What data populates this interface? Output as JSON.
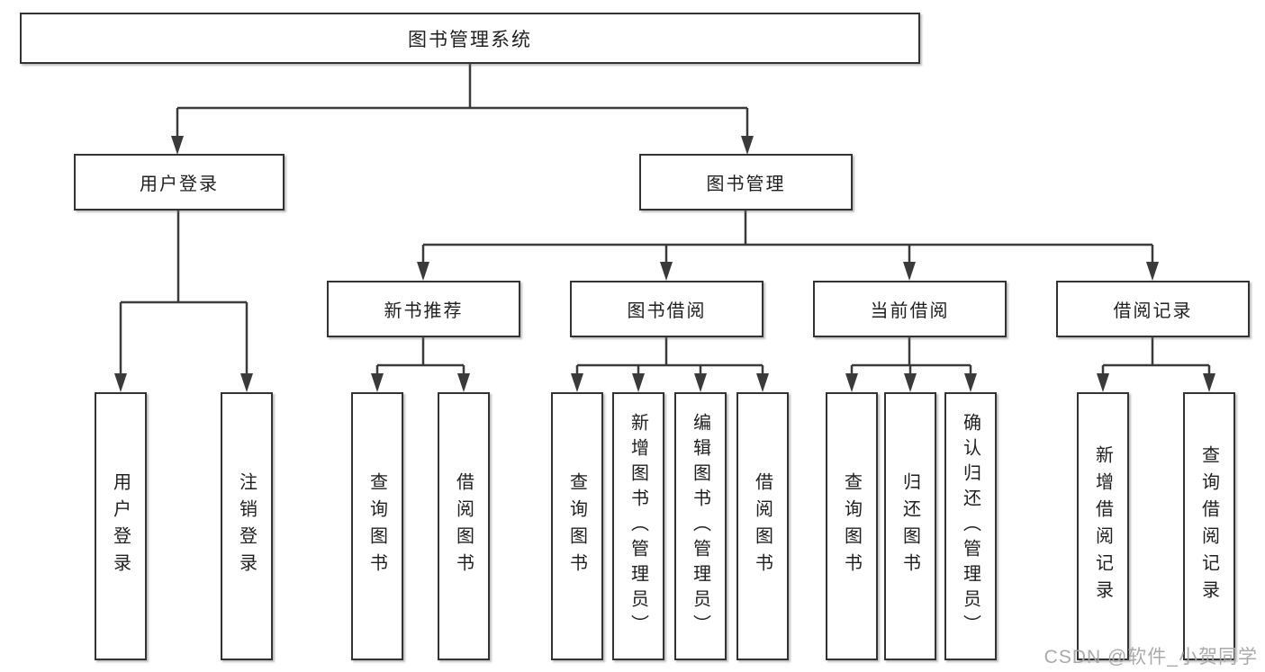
{
  "diagram": {
    "root": {
      "label": "图书管理系统"
    },
    "level2": [
      {
        "label": "用户登录"
      },
      {
        "label": "图书管理"
      }
    ],
    "level3": [
      {
        "label": "新书推荐"
      },
      {
        "label": "图书借阅"
      },
      {
        "label": "当前借阅"
      },
      {
        "label": "借阅记录"
      }
    ],
    "leaves": {
      "user_login": [
        "用户登录",
        "注销登录"
      ],
      "new_book": [
        "查询图书",
        "借阅图书"
      ],
      "book_borrow": [
        "查询图书",
        "新增图书（管理员）",
        "编辑图书（管理员）",
        "借阅图书"
      ],
      "current_borrow": [
        "查询图书",
        "归还图书",
        "确认归还（管理员）"
      ],
      "borrow_record": [
        "新增借阅记录",
        "查询借阅记录"
      ]
    }
  },
  "watermark": {
    "text": "CSDN @软件_小贺同学"
  },
  "colors": {
    "line": "#3a3a3a",
    "box_border": "#333333",
    "box_fill": "#ffffff",
    "text": "#1f1f1f",
    "watermark": "#a5a5a5",
    "background": "#ffffff"
  }
}
